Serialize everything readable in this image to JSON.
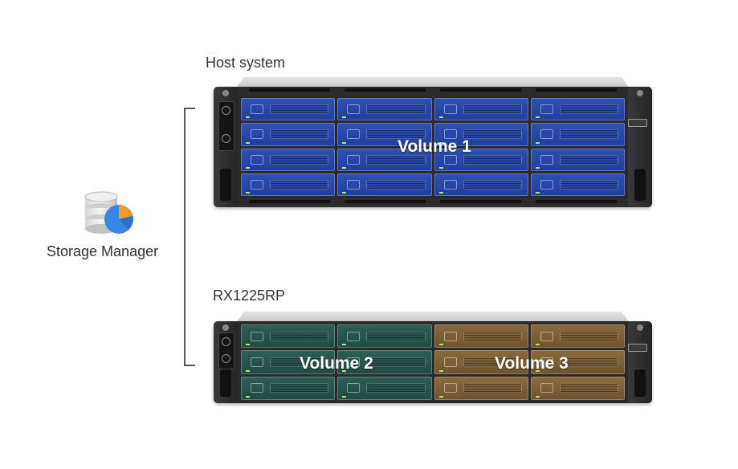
{
  "labels": {
    "host_system": "Host system",
    "expansion": "RX1225RP",
    "storage_manager": "Storage Manager"
  },
  "volumes": {
    "volume1": "Volume 1",
    "volume2": "Volume 2",
    "volume3": "Volume 3"
  },
  "icons": {
    "storage_manager": "database-pie-icon"
  },
  "colors": {
    "volume1": "#2f4fb4",
    "volume2": "#2d5f57",
    "volume3": "#8a6a3c"
  }
}
